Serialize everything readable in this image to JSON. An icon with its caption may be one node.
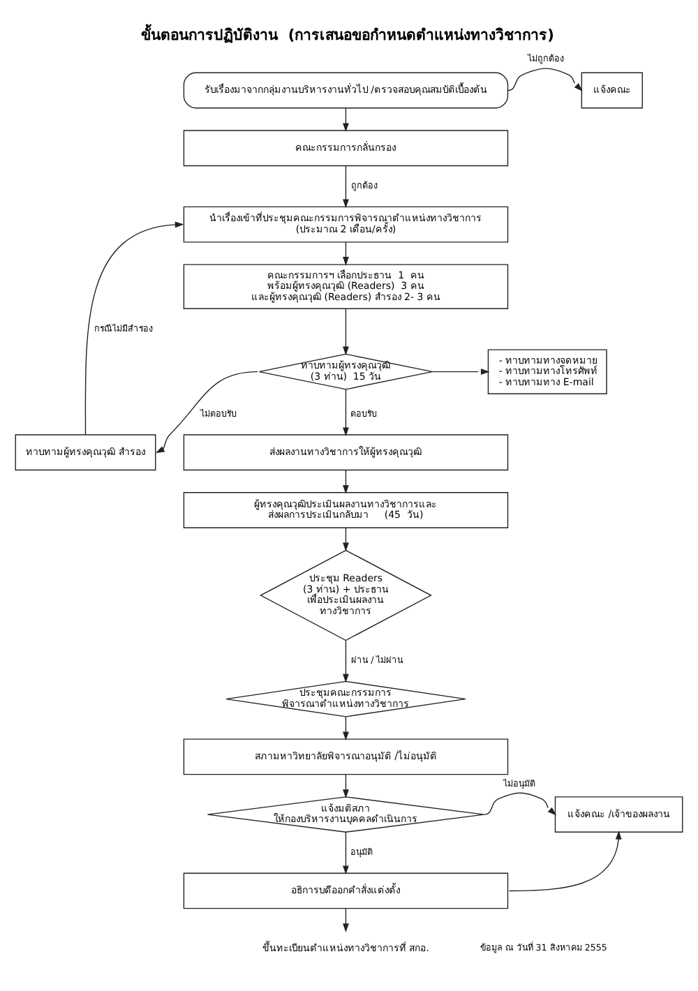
{
  "diagram": {
    "title": "ขั้นตอนการปฏิบัติงาน  (การเสนอขอกำหนดตำแหน่งทางวิชาการ)",
    "nodes": [
      {
        "text": [
          "รับเรื่องมาจากกลุ่มงานบริหารงานทั่วไป /ตรวจสอบคุณสมบัติเบื้องต้น"
        ]
      },
      {
        "text": [
          "แจ้งคณะ"
        ]
      },
      {
        "text": [
          "คณะกรรมการกลั่นกรอง"
        ]
      },
      {
        "text": [
          "นำเรื่องเข้าที่ประชุมคณะกรรมการพิจารณาตำแหน่งทางวิชาการ",
          "(ประมาณ 2 เดือน/ครั้ง)"
        ]
      },
      {
        "text": [
          "คณะกรรมการฯ เลือกประธาน  1  คน",
          "พร้อมผู้ทรงคุณวุฒิ (Readers)  3 คน",
          "และผู้ทรงคุณวุฒิ (Readers) สำรอง 2- 3 คน"
        ]
      },
      {
        "text": [
          "ทาบทามผู้ทรงคุณวุฒิ",
          "(3 ท่าน)  15 วัน"
        ]
      },
      {
        "text": [
          "ทาบทามผู้ทรงคุณวุฒิ สำรอง"
        ]
      },
      {
        "text": [
          "- ทาบทามทางจดหมาย",
          "- ทาบทามทางโทรศัพท์",
          "- ทาบทามทาง E-mail"
        ]
      },
      {
        "text": [
          "ส่งผลงานทางวิชาการให้ผู้ทรงคุณวุฒิ"
        ]
      },
      {
        "text": [
          "ผู้ทรงคุณวุฒิประเมินผลงานทางวิชาการและ",
          "ส่งผลการประเมินกลับมา     (45  วัน)"
        ]
      },
      {
        "text": [
          "ประชุม Readers",
          "(3 ท่าน) + ประธาน",
          "เพื่อประเมินผลงาน",
          "ทางวิชาการ"
        ]
      },
      {
        "text": [
          "ประชุมคณะกรรมการ",
          "พิจารณาตำแหน่งทางวิชาการ"
        ]
      },
      {
        "text": [
          "สภามหาวิทยาลัยพิจารณาอนุมัติ /ไม่อนุมัติ"
        ]
      },
      {
        "text": [
          "แจ้งมติสภา",
          "ให้กองบริหารงานบุคคลดำเนินการ"
        ]
      },
      {
        "text": [
          "แจ้งคณะ /เจ้าของผลงาน"
        ]
      },
      {
        "text": [
          "อธิการบดีออกคำสั่งแต่งตั้ง"
        ]
      },
      {
        "text": [
          "ขึ้นทะเบียนตำแหน่งทางวิชาการที่ สกอ."
        ]
      }
    ],
    "edges": [
      {
        "from": 0,
        "to": 1,
        "arrow": "to",
        "label": "ไม่ถูกต้อง"
      },
      {
        "from": 0,
        "to": 2,
        "arrow": "to"
      },
      {
        "from": 2,
        "to": 3,
        "arrow": "to",
        "label": "ถูกต้อง"
      },
      {
        "from": 3,
        "to": 4,
        "arrow": "to"
      },
      {
        "from": 4,
        "to": 5,
        "arrow": "to"
      },
      {
        "from": 5,
        "to": 6,
        "arrow": "to",
        "label": "ไม่ตอบรับ"
      },
      {
        "from": 6,
        "to": 3,
        "arrow": "to",
        "label": "กรณีไม่มีสำรอง"
      },
      {
        "from": 5,
        "to": 7,
        "arrow": "to"
      },
      {
        "from": 5,
        "to": 8,
        "arrow": "to",
        "label": "ตอบรับ"
      },
      {
        "from": 8,
        "to": 9,
        "arrow": "to"
      },
      {
        "from": 9,
        "to": 10,
        "arrow": "to"
      },
      {
        "from": 10,
        "to": 11,
        "arrow": "to",
        "label": "ผ่าน / ไม่ผ่าน"
      },
      {
        "from": 11,
        "to": 12,
        "arrow": "to"
      },
      {
        "from": 12,
        "to": 13,
        "arrow": "to"
      },
      {
        "from": 13,
        "to": 14,
        "arrow": "to",
        "label": "ไม่อนุมัติ"
      },
      {
        "from": 13,
        "to": 15,
        "arrow": "to",
        "label": "อนุมัติ"
      },
      {
        "from": 15,
        "to": 14,
        "arrow": "to"
      },
      {
        "from": 15,
        "to": 16,
        "arrow": "to"
      }
    ],
    "labels": [
      "ข้อมูล ณ วันที่ 31 สิงหาคม 2555"
    ]
  }
}
